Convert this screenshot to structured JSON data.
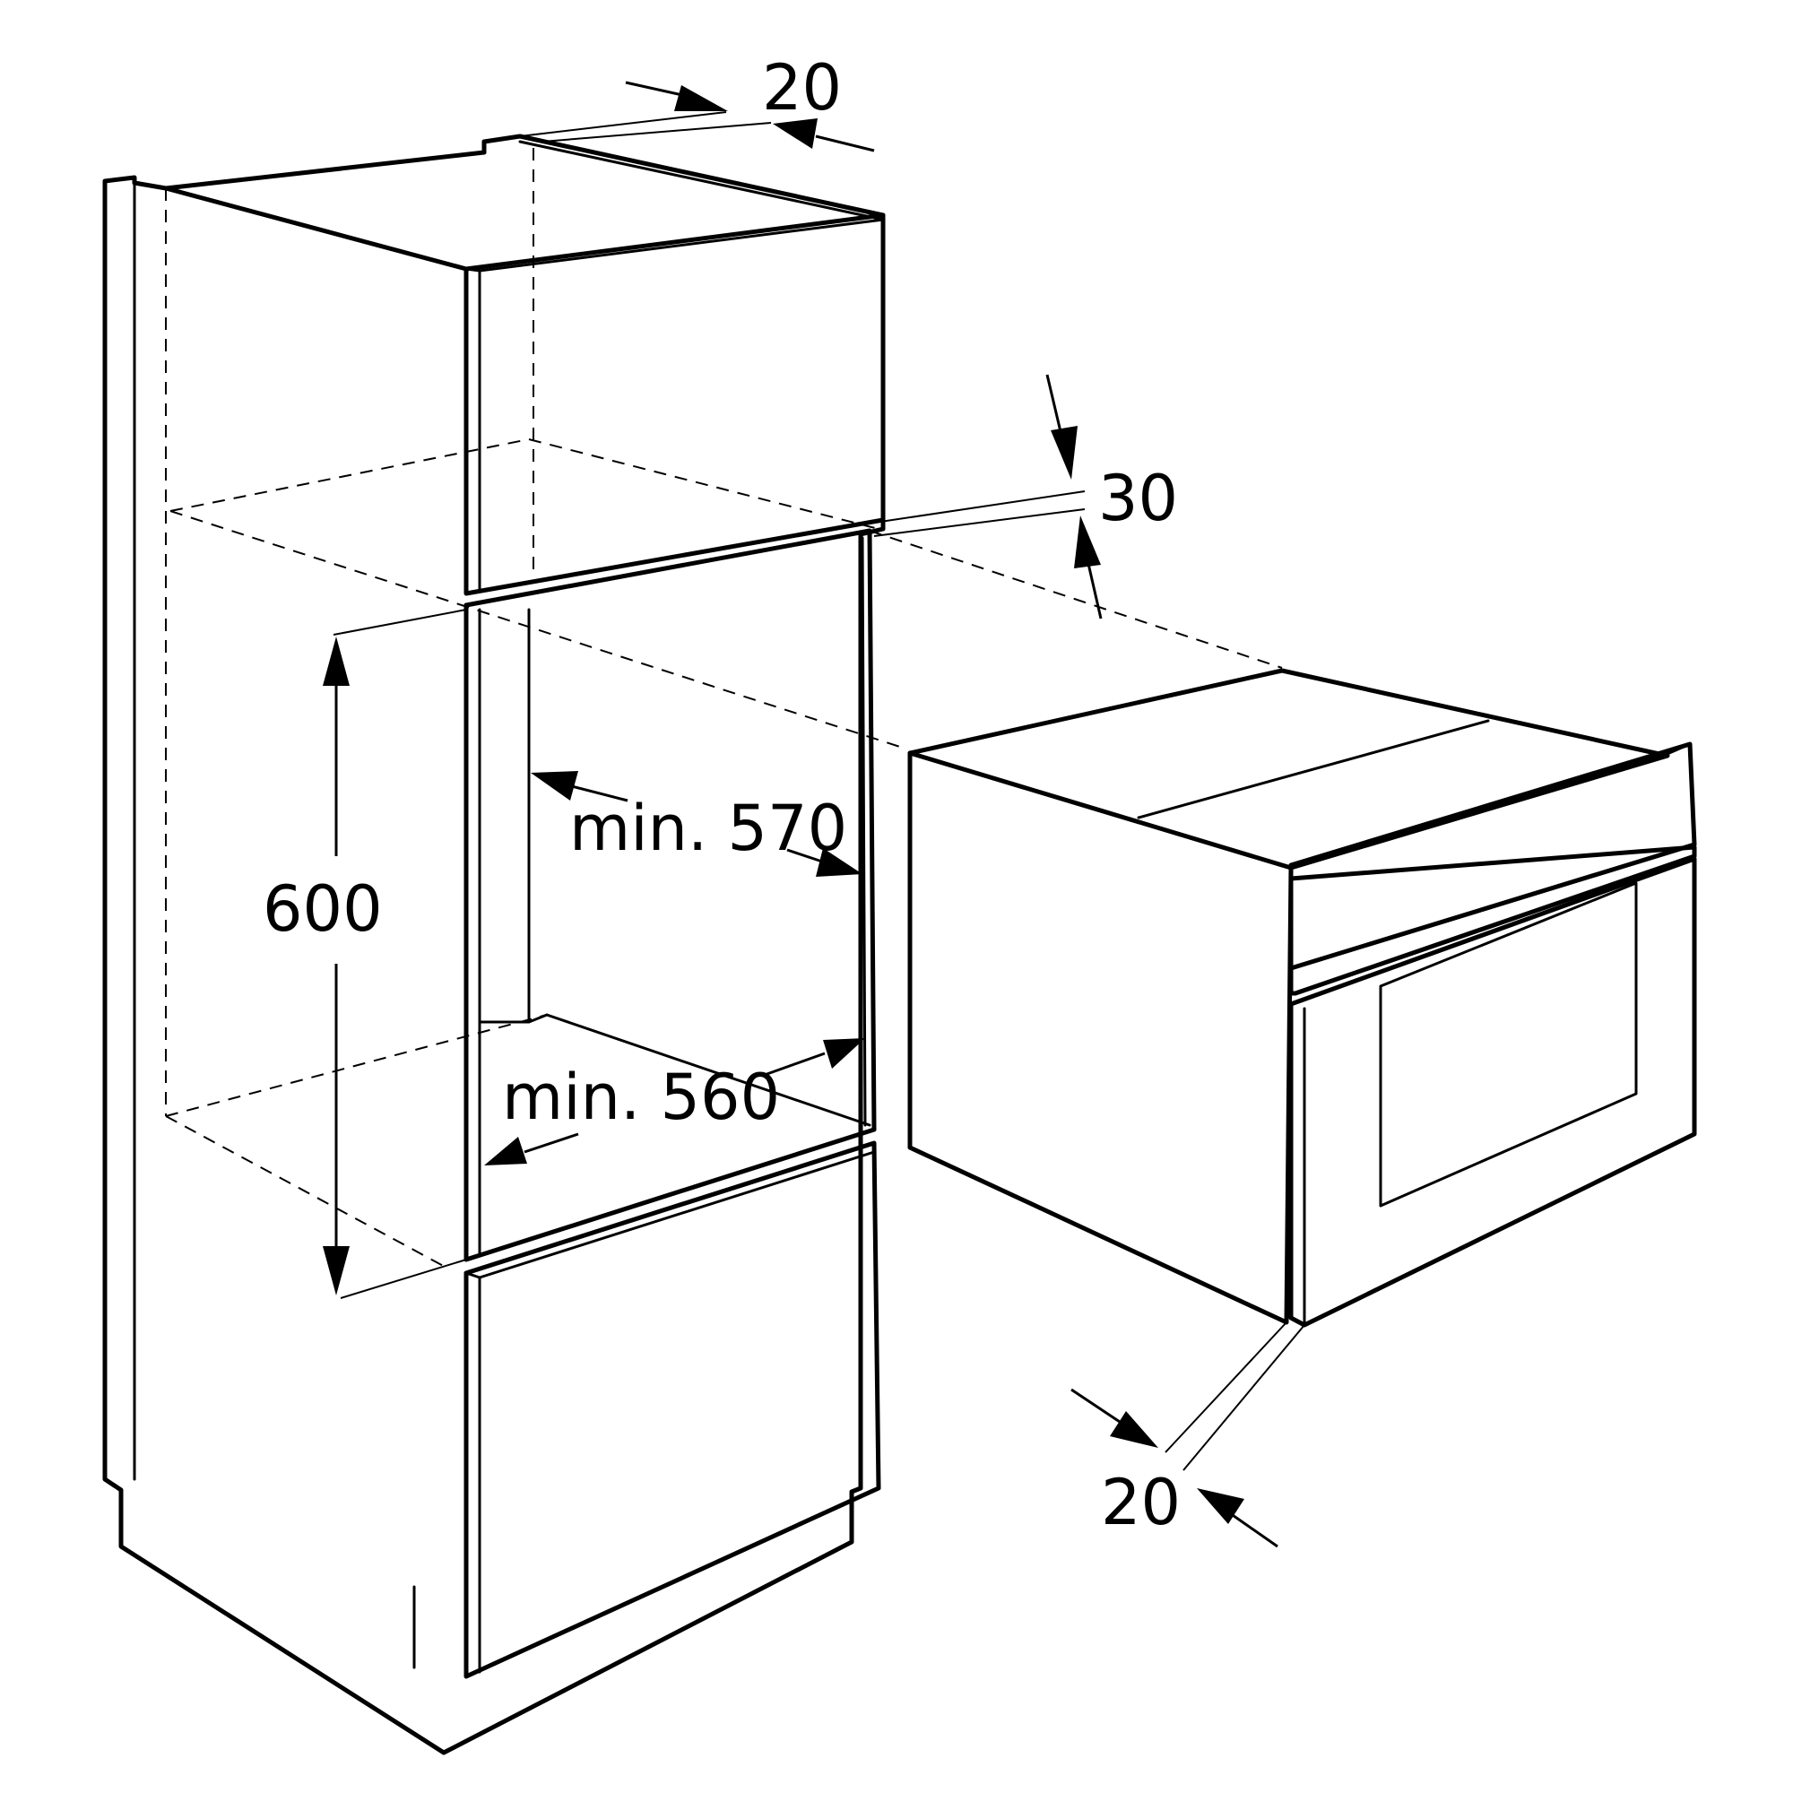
{
  "dimensions": {
    "top_recess": "20",
    "vent_gap": "30",
    "niche_height": "600",
    "niche_width": "min. 570",
    "niche_depth": "min. 560",
    "front_offset": "20"
  },
  "colors": {
    "line": "#000000",
    "background": "#ffffff"
  }
}
